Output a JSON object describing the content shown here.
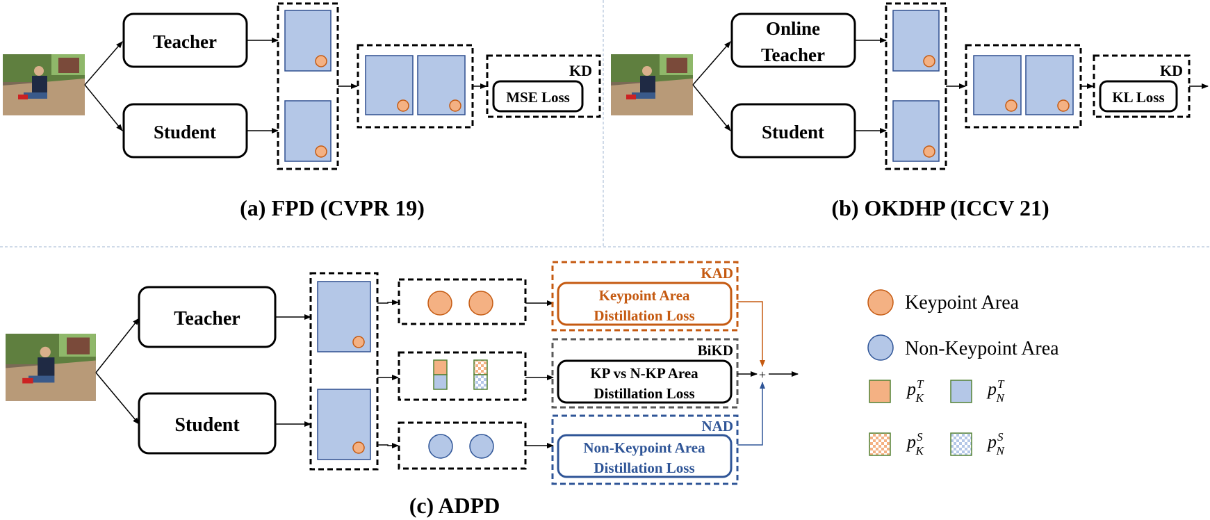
{
  "panel_a": {
    "teacher": "Teacher",
    "student": "Student",
    "kd_tag": "KD",
    "loss": "MSE Loss",
    "caption": "(a) FPD (CVPR 19)"
  },
  "panel_b": {
    "teacher_line1": "Online",
    "teacher_line2": "Teacher",
    "student": "Student",
    "kd_tag": "KD",
    "loss": "KL Loss",
    "caption": "(b) OKDHP (ICCV 21)"
  },
  "panel_c": {
    "teacher": "Teacher",
    "student": "Student",
    "kad_tag": "KAD",
    "kad_line1": "Keypoint Area",
    "kad_line2": "Distillation Loss",
    "bikd_tag": "BiKD",
    "bikd_line1": "KP vs N-KP Area",
    "bikd_line2": "Distillation Loss",
    "nad_tag": "NAD",
    "nad_line1": "Non-Keypoint Area",
    "nad_line2": "Distillation Loss",
    "plus": "+",
    "caption": "(c) ADPD"
  },
  "legend": {
    "keypoint": "Keypoint Area",
    "non_keypoint": "Non-Keypoint Area",
    "p_base": "p",
    "pKT_sup": "T",
    "pKT_sub": "K",
    "pNT_sup": "T",
    "pNT_sub": "N",
    "pKS_sup": "S",
    "pKS_sub": "K",
    "pNS_sup": "S",
    "pNS_sub": "N"
  },
  "colors": {
    "orange": "#f4b183",
    "orange_dark": "#c55a11",
    "blue_fill": "#b4c7e7",
    "blue_dark": "#2f5597",
    "navy": "#2f4f8f",
    "green": "#548235",
    "gray": "#595959"
  }
}
